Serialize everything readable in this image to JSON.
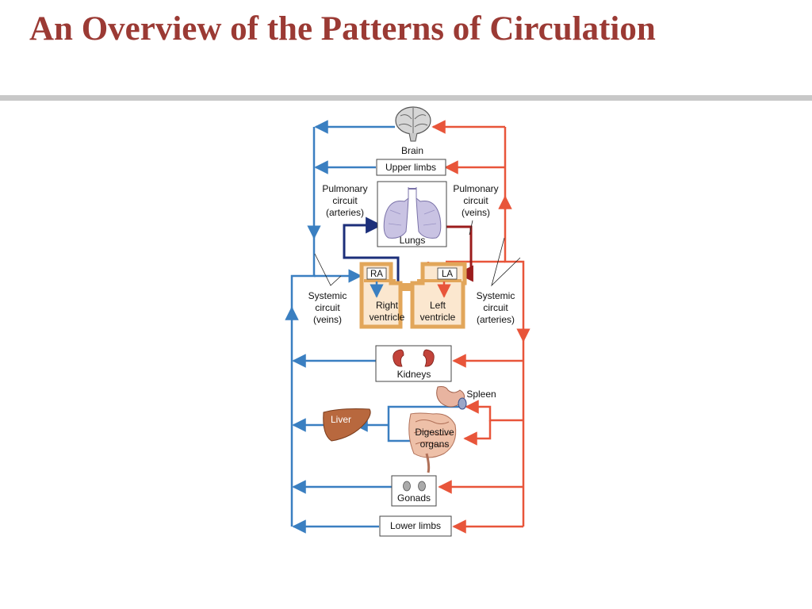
{
  "title": "An Overview of the Patterns of Circulation",
  "colors": {
    "title": "#9b3a34",
    "deoxygenated": "#3a7fc1",
    "oxygenated": "#e8553a",
    "pulmonary_artery": "#1c2f7a",
    "pulmonary_vein": "#9b1c1c",
    "heart_wall": "#e2a65a"
  },
  "organs": {
    "brain": "Brain",
    "upper_limbs": "Upper limbs",
    "lungs": "Lungs",
    "kidneys": "Kidneys",
    "spleen": "Spleen",
    "liver": "Liver",
    "digestive": [
      "Digestive",
      "organs"
    ],
    "gonads": "Gonads",
    "lower_limbs": "Lower limbs"
  },
  "heart": {
    "ra": "RA",
    "la": "LA",
    "right_ventricle": [
      "Right",
      "ventricle"
    ],
    "left_ventricle": [
      "Left",
      "ventricle"
    ]
  },
  "circuits": {
    "pulmonary_arteries": [
      "Pulmonary",
      "circuit",
      "(arteries)"
    ],
    "pulmonary_veins": [
      "Pulmonary",
      "circuit",
      "(veins)"
    ],
    "systemic_veins": [
      "Systemic",
      "circuit",
      "(veins)"
    ],
    "systemic_arteries": [
      "Systemic",
      "circuit",
      "(arteries)"
    ]
  },
  "icons": [
    "brain-icon",
    "lungs-icon",
    "kidneys-icon",
    "liver-icon",
    "stomach-icon",
    "intestine-icon",
    "spleen-icon",
    "gonads-icon"
  ]
}
